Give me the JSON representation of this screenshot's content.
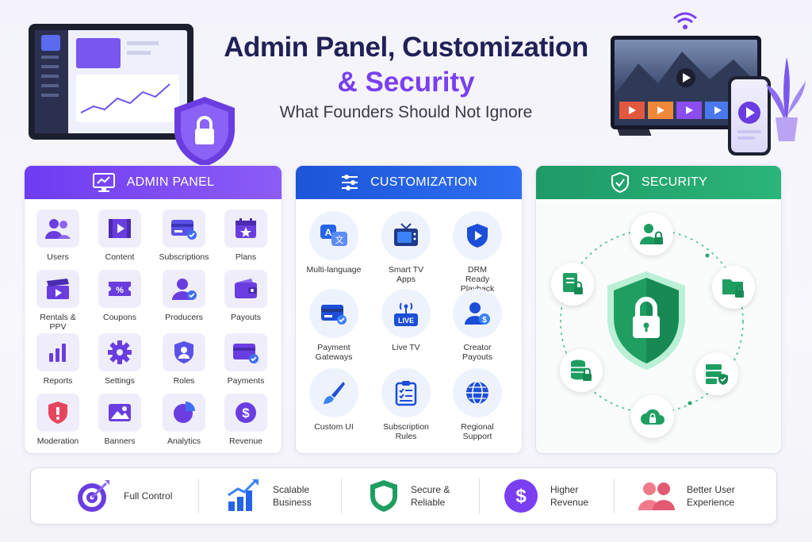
{
  "title": {
    "line1": "Admin Panel, Customization",
    "line2": "& Security",
    "subtitle": "What Founders Should Not Ignore"
  },
  "colors": {
    "admin": "#7b3ff2",
    "custom": "#1d5fe0",
    "security": "#22a06b",
    "title": "#1f2157",
    "accent": "#7a3ff0"
  },
  "admin_panel": {
    "header": "ADMIN PANEL",
    "icon": "chart-monitor-icon",
    "items": [
      {
        "label": "Users",
        "icon": "users-icon"
      },
      {
        "label": "Content",
        "icon": "film-icon"
      },
      {
        "label": "Subscriptions",
        "icon": "card-check-icon"
      },
      {
        "label": "Plans",
        "icon": "calendar-star-icon"
      },
      {
        "label": "Rentals & PPV",
        "icon": "clapper-icon"
      },
      {
        "label": "Coupons",
        "icon": "coupon-icon"
      },
      {
        "label": "Producers",
        "icon": "producer-icon"
      },
      {
        "label": "Payouts",
        "icon": "wallet-icon"
      },
      {
        "label": "Reports",
        "icon": "bar-chart-icon"
      },
      {
        "label": "Settings",
        "icon": "gear-icon"
      },
      {
        "label": "Roles",
        "icon": "role-shield-icon"
      },
      {
        "label": "Payments",
        "icon": "payment-card-icon"
      },
      {
        "label": "Moderation",
        "icon": "alert-shield-icon"
      },
      {
        "label": "Banners",
        "icon": "image-icon"
      },
      {
        "label": "Analytics",
        "icon": "pie-chart-icon"
      },
      {
        "label": "Revenue",
        "icon": "dollar-icon"
      }
    ]
  },
  "customization": {
    "header": "CUSTOMIZATION",
    "icon": "sliders-icon",
    "items": [
      {
        "label": "Multi-language",
        "icon": "translate-icon"
      },
      {
        "label": "Smart TV Apps",
        "icon": "tv-icon"
      },
      {
        "label": "DRM Ready Playback",
        "icon": "drm-shield-icon"
      },
      {
        "label": "Payment Gateways",
        "icon": "gateway-card-icon"
      },
      {
        "label": "Live TV",
        "icon": "live-tv-icon",
        "badge": "LIVE"
      },
      {
        "label": "Creator Payouts",
        "icon": "creator-dollar-icon"
      },
      {
        "label": "Custom UI",
        "icon": "paintbrush-icon"
      },
      {
        "label": "Subscription Rules",
        "icon": "clipboard-icon"
      },
      {
        "label": "Regional Support",
        "icon": "globe-icon"
      }
    ]
  },
  "security": {
    "header": "SECURITY",
    "icon": "shield-check-icon"
  },
  "benefits": [
    {
      "label": "Full Control",
      "icon": "target-icon"
    },
    {
      "label": "Scalable Business",
      "icon": "growth-chart-icon"
    },
    {
      "label": "Secure & Reliable",
      "icon": "secure-shield-icon"
    },
    {
      "label": "Higher Revenue",
      "icon": "revenue-coin-icon"
    },
    {
      "label": "Better User Experience",
      "icon": "people-icon"
    }
  ]
}
